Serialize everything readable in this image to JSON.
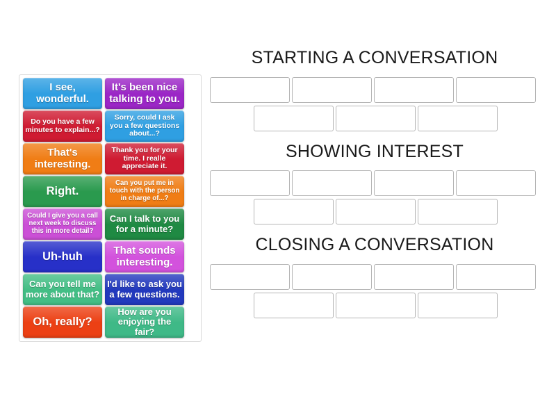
{
  "activity": {
    "type": "drag-and-drop-group-sort",
    "tray_label": "answer-tiles"
  },
  "tiles": [
    {
      "text": "I see, wonderful.",
      "color": "#2f9fe2",
      "size": "sz-lg"
    },
    {
      "text": "It's been nice talking to you.",
      "color": "#9b26c6",
      "size": "sz-lg"
    },
    {
      "text": "Do you have a few minutes to explain...?",
      "color": "#cf1b32",
      "size": "sz-sm"
    },
    {
      "text": "Sorry, could I ask you a few questions about...?",
      "color": "#2f9fe2",
      "size": "sz-sm"
    },
    {
      "text": "That's interesting.",
      "color": "#f07d15",
      "size": "sz-lg"
    },
    {
      "text": "Thank you for your time. I realle appreciate it.",
      "color": "#cf1b32",
      "size": "sz-sm"
    },
    {
      "text": "Right.",
      "color": "#2a9a4e",
      "size": "sz-xl"
    },
    {
      "text": "Can you put me in touch with the person in charge of...?",
      "color": "#f07d15",
      "size": "sz-xs"
    },
    {
      "text": "Could I give you a call next week to discuss this in more detail?",
      "color": "#cb4fd6",
      "size": "sz-xs"
    },
    {
      "text": "Can I talk to you for a minute?",
      "color": "#1f8a43",
      "size": "sz-md"
    },
    {
      "text": "Uh-huh",
      "color": "#2730c8",
      "size": "sz-xl"
    },
    {
      "text": "That sounds interesting.",
      "color": "#d352dd",
      "size": "sz-lg"
    },
    {
      "text": "Can you tell me more about that?",
      "color": "#43be85",
      "size": "sz-md"
    },
    {
      "text": "I'd like to ask you a few questions.",
      "color": "#2239bd",
      "size": "sz-md"
    },
    {
      "text": "Oh, really?",
      "color": "#ec4014",
      "size": "sz-xl"
    },
    {
      "text": "How are you enjoying the fair?",
      "color": "#3fb987",
      "size": "sz-md"
    }
  ],
  "categories": [
    {
      "title": "STARTING A CONVERSATION",
      "top_slots": 4,
      "bottom_slots": 3
    },
    {
      "title": "SHOWING INTEREST",
      "top_slots": 4,
      "bottom_slots": 3
    },
    {
      "title": "CLOSING A CONVERSATION",
      "top_slots": 4,
      "bottom_slots": 3
    }
  ],
  "colors": {
    "page_background": "#ffffff",
    "drop_zone_border": "#b5b5b5",
    "tray_border": "#d9d9d9",
    "heading_text": "#1a1a1a"
  }
}
